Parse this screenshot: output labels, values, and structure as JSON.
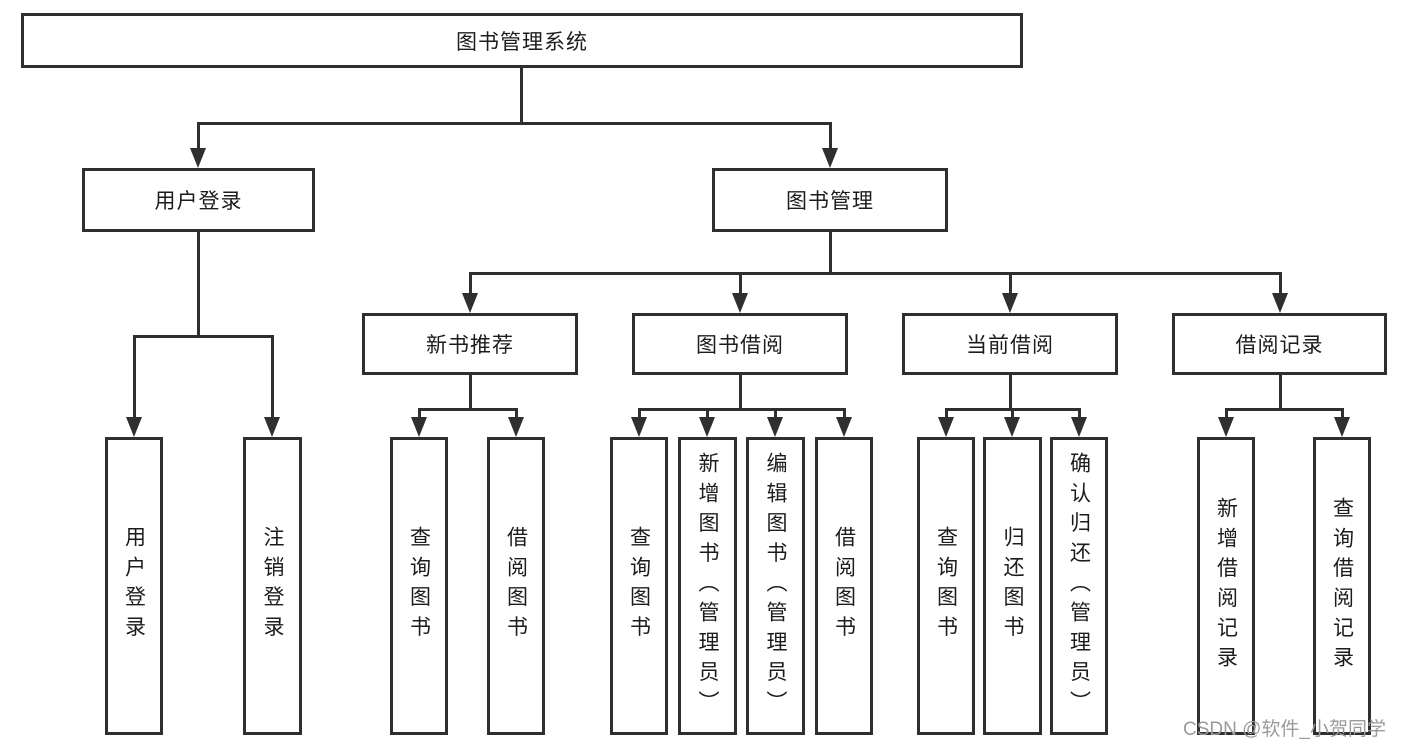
{
  "diagram": {
    "root": {
      "label": "图书管理系统"
    },
    "level2": [
      {
        "id": "user-login",
        "label": "用户登录"
      },
      {
        "id": "book-management",
        "label": "图书管理"
      }
    ],
    "level3": [
      {
        "id": "new-book-recommend",
        "label": "新书推荐"
      },
      {
        "id": "book-borrow",
        "label": "图书借阅"
      },
      {
        "id": "current-borrow",
        "label": "当前借阅"
      },
      {
        "id": "borrow-records",
        "label": "借阅记录"
      }
    ],
    "leaves": {
      "user_login": [
        {
          "label": "用户登录"
        },
        {
          "label": "注销登录"
        }
      ],
      "new_book": [
        {
          "label": "查询图书"
        },
        {
          "label": "借阅图书"
        }
      ],
      "book_borrow": [
        {
          "label": "查询图书"
        },
        {
          "label": "新增图书（管理员）"
        },
        {
          "label": "编辑图书（管理员）"
        },
        {
          "label": "借阅图书"
        }
      ],
      "current_borrow": [
        {
          "label": "查询图书"
        },
        {
          "label": "归还图书"
        },
        {
          "label": "确认归还（管理员）"
        }
      ],
      "borrow_records": [
        {
          "label": "新增借阅记录"
        },
        {
          "label": "查询借阅记录"
        }
      ]
    }
  },
  "watermark": {
    "text": "CSDN @软件_小贺同学"
  },
  "colors": {
    "line": "#2f2f2f",
    "text": "#1c1c1c",
    "watermark": "#9b9b9b",
    "background": "#ffffff"
  }
}
